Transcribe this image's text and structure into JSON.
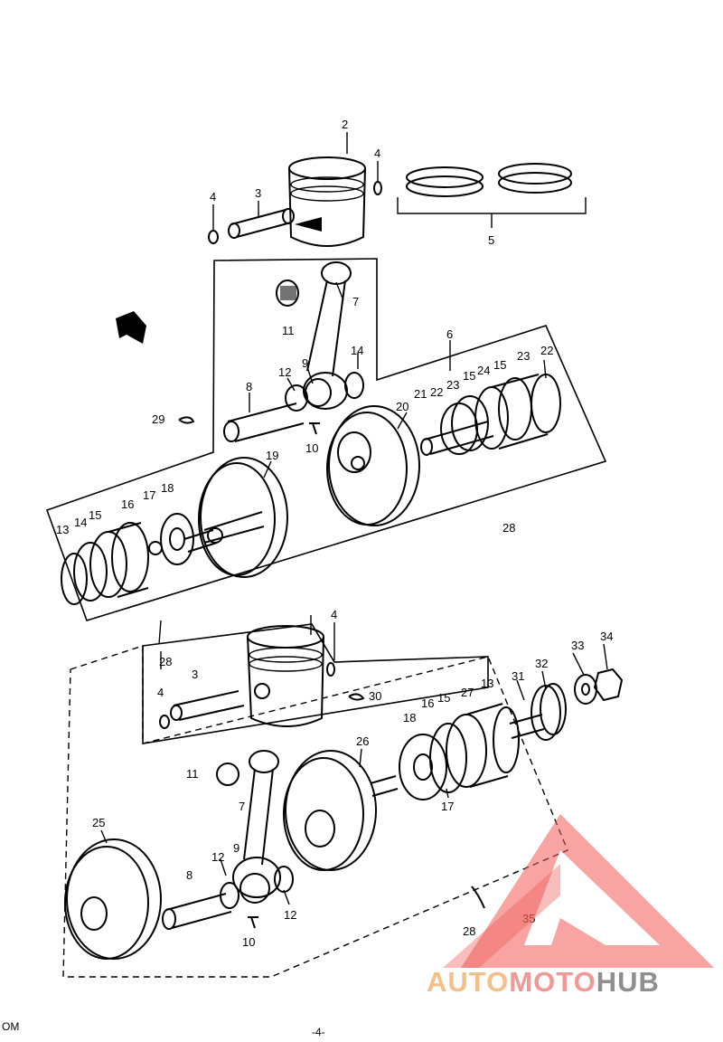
{
  "callouts": {
    "c1": "2",
    "c2": "4",
    "c3": "4",
    "c4": "3",
    "c5": "5",
    "c6": "7",
    "c7": "11",
    "c8": "14",
    "c9": "6",
    "c10": "9",
    "c11": "12",
    "c12": "8",
    "c13": "29",
    "c14": "10",
    "c15": "19",
    "c16": "20",
    "c17": "21",
    "c18": "22",
    "c19": "23",
    "c20": "15",
    "c21": "24",
    "c22": "15",
    "c23": "23",
    "c24": "22",
    "c25": "13",
    "c26": "14",
    "c27": "15",
    "c28": "16",
    "c29": "17",
    "c30": "18",
    "c31": "28",
    "c32": "28",
    "c33": "4",
    "c34": "3",
    "c35": "4",
    "c36": "30",
    "c37": "33",
    "c38": "34",
    "c39": "32",
    "c40": "31",
    "c41": "13",
    "c42": "27",
    "c43": "15",
    "c44": "16",
    "c45": "18",
    "c46": "26",
    "c47": "17",
    "c48": "11",
    "c49": "7",
    "c50": "25",
    "c51": "12",
    "c52": "9",
    "c53": "8",
    "c54": "12",
    "c55": "10",
    "c56": "28",
    "c57": "35"
  },
  "footer": {
    "left": "OM",
    "page": "-4-"
  },
  "watermark": {
    "part1": "AUTO",
    "part2": "MOTO",
    "part3": "HUB"
  }
}
